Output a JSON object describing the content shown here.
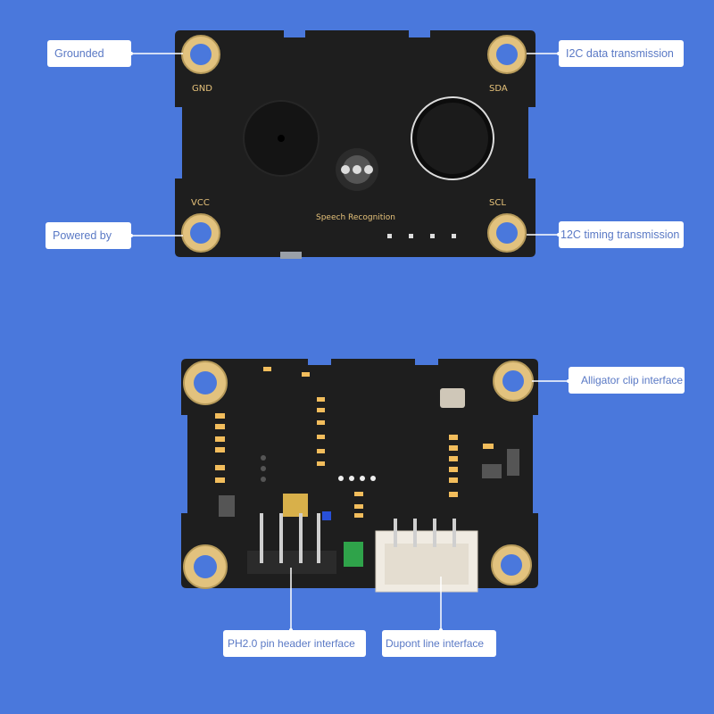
{
  "top_board": {
    "pins": {
      "gnd": "GND",
      "sda": "SDA",
      "vcc": "VCC",
      "scl": "SCL"
    },
    "silkscreen_text": "Speech Recognition"
  },
  "callouts": {
    "grounded": "Grounded",
    "powered_by": "Powered by",
    "i2c_data": "I2C data transmission",
    "i2c_timing": "12C timing transmission",
    "alligator": "Alligator clip interface",
    "ph20": "PH2.0 pin header interface",
    "dupont": "Dupont line interface"
  },
  "colors": {
    "background": "#4a78dc",
    "pcb": "#1e1e1e",
    "gold_pad": "#e2c27e",
    "label_text": "#5a79c5",
    "silkscreen": "#e6c27a",
    "leader_line": "#ffffff"
  }
}
